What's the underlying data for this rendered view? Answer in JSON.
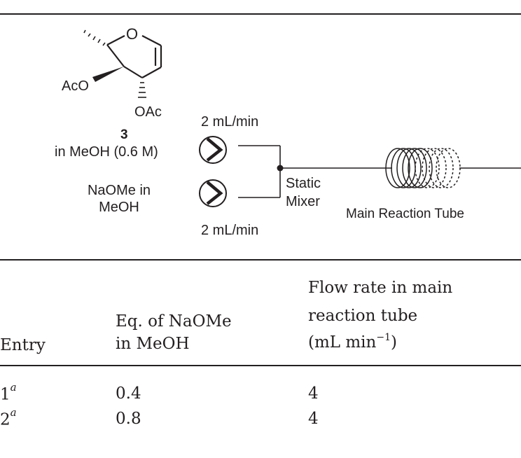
{
  "scheme": {
    "compound": {
      "substituent_left": "AcO",
      "substituent_bottom": "OAc",
      "ring_atom": "O",
      "number": "3",
      "solution": "in MeOH (0.6 M)"
    },
    "reagent": {
      "line1": "NaOMe in",
      "line2": "MeOH"
    },
    "pump_top_rate": "2 mL/min",
    "pump_bottom_rate": "2 mL/min",
    "mixer_line1": "Static",
    "mixer_line2": "Mixer",
    "reactor_label": "Main Reaction Tube"
  },
  "table": {
    "headers": {
      "entry": "Entry",
      "eq_line1": "Eq. of NaOMe",
      "eq_line2": "in MeOH",
      "flow_line1": "Flow rate in main",
      "flow_line2": "reaction tube",
      "flow_unit_open": "(mL min",
      "flow_unit_exp": "−1",
      "flow_unit_close": ")"
    },
    "rows": [
      {
        "entry": "1",
        "footnote": "a",
        "eq": "0.4",
        "flow": "4"
      },
      {
        "entry": "2",
        "footnote": "a",
        "eq": "0.8",
        "flow": "4"
      }
    ]
  }
}
